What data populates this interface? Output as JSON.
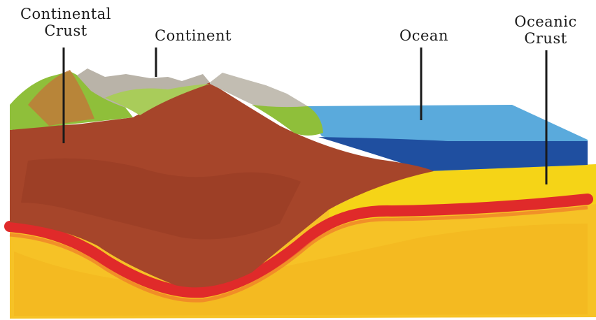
{
  "labels": {
    "continental_crust": {
      "line1": "Continental",
      "line2": "Crust"
    },
    "continent": "Continent",
    "ocean": "Ocean",
    "oceanic_crust": {
      "line1": "Oceanic",
      "line2": "Crust"
    }
  },
  "colors": {
    "continental_crust": "#a6452a",
    "mountain_green": "#8fbf3a",
    "mountain_grey": "#b9b3a8",
    "ocean_light": "#5aaadc",
    "ocean_deep": "#1f4fa0",
    "oceanic_crust": "#f5d417",
    "mantle": "#f6c226",
    "boundary_red": "#e02a2a",
    "leader_line": "#1a1a1a"
  }
}
